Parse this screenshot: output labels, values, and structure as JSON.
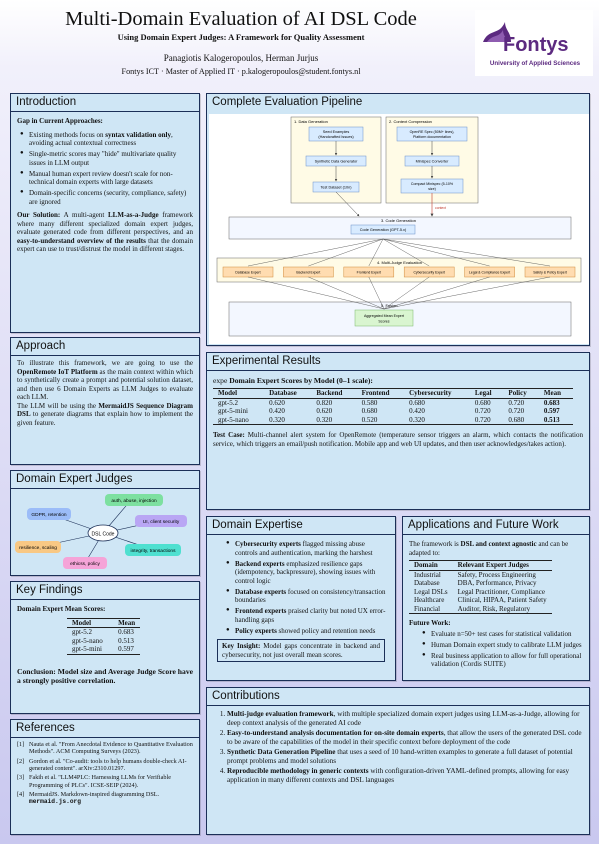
{
  "header": {
    "title": "Multi-Domain Evaluation of AI DSL Code",
    "subtitle": "Using Domain Expert Judges: A Framework for Quality Assessment",
    "authors": "Panagiotis Kalogeropoulos, Herman Jurjus",
    "affiliation": "Fontys ICT · Master of Applied IT · p.kalogeropoulos@student.fontys.nl",
    "logo_word": "Fontys",
    "logo_sub": "University of Applied Sciences"
  },
  "intro": {
    "title": "Introduction",
    "gap_heading": "Gap in Current Approaches:",
    "bullets": [
      {
        "pre": "Existing methods focus on ",
        "bold": "syntax validation only",
        "post": ", avoiding actual contextual correctness"
      },
      {
        "pre": "Single-metric scores may \"hide\" multivariate quality issues in LLM output",
        "bold": "",
        "post": ""
      },
      {
        "pre": "Manual human expert review doesn't scale for non-technical domain experts with large datasets",
        "bold": "",
        "post": ""
      },
      {
        "pre": "Domain-specific concerns (security, compliance, safety) are ignored",
        "bold": "",
        "post": ""
      }
    ],
    "sol_label": "Our Solution:",
    "sol_1": " A multi-agent ",
    "sol_b1": "LLM-as-a-Judge",
    "sol_2": " framework where many different specialized domain expert judges, evaluate generated code from different perspectives, and an ",
    "sol_b2": "easy-to-understand overview of the results",
    "sol_3": " that the domain expert can use to trust/distrust the model in different stages."
  },
  "approach": {
    "title": "Approach",
    "p1": "To illustrate this framework, we are going to use the ",
    "b1": "OpenRemote IoT Platform",
    "p2": " as the main context within which to synthetically create a prompt and potential solution dataset, and then use 6 Domain Experts as LLM Judges to evaluate each LLM.",
    "p3": "The LLM will be using the ",
    "b2": "MermaidJS Sequence Diagram DSL",
    "p4": " to generate diagrams that explain how to implement the given feature."
  },
  "judges": {
    "title": "Domain Expert Judges",
    "center": "DSL Code",
    "nodes": [
      {
        "label": "auth, abuse, injection",
        "color": "#7de0a0"
      },
      {
        "label": "UI, client security",
        "color": "#b9a6f4"
      },
      {
        "label": "integrity, transactions",
        "color": "#4fe0d0"
      },
      {
        "label": "ethicss, policy",
        "color": "#f5a4d8"
      },
      {
        "label": "resilience, scaling",
        "color": "#f8c884"
      },
      {
        "label": "GDPR, retention",
        "color": "#9bbcf8"
      }
    ]
  },
  "findings": {
    "title": "Key Findings",
    "heading": "Domain Expert Mean Scores:",
    "cols": [
      "Model",
      "Mean"
    ],
    "rows": [
      [
        "gpt-5.2",
        "0.683"
      ],
      [
        "gpt-5-nano",
        "0.513"
      ],
      [
        "gpt-5-mini",
        "0.597"
      ]
    ],
    "concl_label": "Conclusion:",
    "concl": " Model size and Average Judge Score have a strongly positive correlation."
  },
  "references": {
    "title": "References",
    "items": [
      {
        "n": "[1]",
        "text": "Nauta et al. \"From Anecdotal Evidence to Quantitative Evaluation Methods\". ACM Computing Surveys (2023)."
      },
      {
        "n": "[2]",
        "text": "Gordon et al. \"Co-audit: tools to help humans double-check AI-generated content\". arXiv:2310.01297."
      },
      {
        "n": "[3]",
        "text": "Fakih et al. \"LLM4PLC: Harnessing LLMs for Verifiable Programming of PLCs\". ICSE-SEIP (2024)."
      },
      {
        "n": "[4]",
        "text": "MermaidJS. Markdown-inspired diagramming DSL. ",
        "mono": "mermaid.js.org"
      }
    ]
  },
  "pipeline": {
    "title": "Complete Evaluation Pipeline",
    "stage1": "1. Data Generation",
    "stage2": "2. Context Compression",
    "seed": "Seed Examples\n(Handcrafted Issues)",
    "synth": "Synthetic Data Generator",
    "testds": "Test Dataset (10n)",
    "openrem": "OpenRE Spec (50M+ lines),\nPlatform documentation",
    "minicon": "Minispec Converter",
    "compact": "Compact Minispec (5-10%\nsize)",
    "context_arrow": "context",
    "stage3": "3. Code Generation",
    "codegen": "Code Generation (GPT-5.x)",
    "stage4": "4. Multi-Judge Evaluation",
    "experts": [
      "Database Expert",
      "Backend Expert",
      "Frontend Expert",
      "Cybersecurity Expert",
      "Legal & Compliance Expert",
      "Safety & Policy Expert"
    ],
    "stage5": "5. Fusion",
    "fusion": "Aggregated Mean Expert\nScores"
  },
  "results": {
    "title": "Experimental Results",
    "caption_pre": "expe ",
    "caption_bold": "Domain Expert Scores by Model (0–1 scale):",
    "cols": [
      "Model",
      "Database",
      "Backend",
      "Frontend",
      "Cybersecurity",
      "Legal",
      "Policy",
      "Mean"
    ],
    "rows": [
      [
        "gpt-5.2",
        "0.620",
        "0.820",
        "0.580",
        "0.680",
        "0.680",
        "0.720",
        "0.683"
      ],
      [
        "gpt-5-mini",
        "0.420",
        "0.620",
        "0.680",
        "0.420",
        "0.720",
        "0.720",
        "0.597"
      ],
      [
        "gpt-5-nano",
        "0.320",
        "0.320",
        "0.520",
        "0.320",
        "0.720",
        "0.680",
        "0.513"
      ]
    ],
    "test_label": "Test Case:",
    "test": " Multi-channel alert system for OpenRemote (temperature sensor triggers an alarm, which contacts the notification service, which triggers an email/push notification. Mobile app and web UI updates, and then user acknowledges/takes action)."
  },
  "expertise": {
    "title": "Domain Expertise",
    "bullets": [
      {
        "bold": "Cybersecurity experts",
        "text": " flagged missing abuse controls and authentication, marking the harshest"
      },
      {
        "bold": "Backend experts",
        "text": " emphasized resilience gaps (idempotency, backpressure), showing issues with control logic"
      },
      {
        "bold": "Database experts",
        "text": " focused on consistency/transaction boundaries"
      },
      {
        "bold": "Frontend experts",
        "text": " praised clarity but noted UX error-handling gaps"
      },
      {
        "bold": "Policy experts",
        "text": " showed policy and retention needs"
      }
    ],
    "insight_label": "Key Insight:",
    "insight": " Model gaps concentrate in backend and cybersecurity, not just overall mean scores."
  },
  "apps": {
    "title": "Applications and Future Work",
    "intro_pre": "The framework is ",
    "intro_bold": "DSL and context agnostic",
    "intro_post": " and can be adapted to:",
    "cols": [
      "Domain",
      "Relevant Expert Judges"
    ],
    "rows": [
      [
        "Industrial",
        "Safety, Process Engineering"
      ],
      [
        "Database",
        "DBA, Performance, Privacy"
      ],
      [
        "Legal DSLs",
        "Legal Practitioner, Compliance"
      ],
      [
        "Healthcare",
        "Clinical, HIPAA, Patient Safety"
      ],
      [
        "Financial",
        "Auditor, Risk, Regulatory"
      ]
    ],
    "future": "Future Work:",
    "future_items": [
      "Evaluate n=50+ test cases for statistical validation",
      "Human Domain expert study to calibrate LLM judges",
      "Real business application to allow for full operational validation (Cordis SUITE)"
    ]
  },
  "contrib": {
    "title": "Contributions",
    "items": [
      {
        "bold": "Multi-judge evaluation framework",
        "text": ", with multiple specialized domain expert judges using LLM-as-a-Judge, allowing for deep context analysis of the generated AI code"
      },
      {
        "bold": "Easy-to-understand analysis documentation for on-site domain experts",
        "text": ", that allow the users of the generated DSL code to be aware of the capabilities of the model in their specific context before deployment of the code"
      },
      {
        "bold": "Synthetic Data Generation Pipeline",
        "text": " that uses a seed of 10 hand-written examples to generate a full dataset of potential prompt problems and model solutions"
      },
      {
        "bold": "Reproducible methodology in generic contexts",
        "text": " with configuration-driven YAML-defined prompts, allowing for easy application in many different contexts and DSL languages"
      }
    ]
  }
}
